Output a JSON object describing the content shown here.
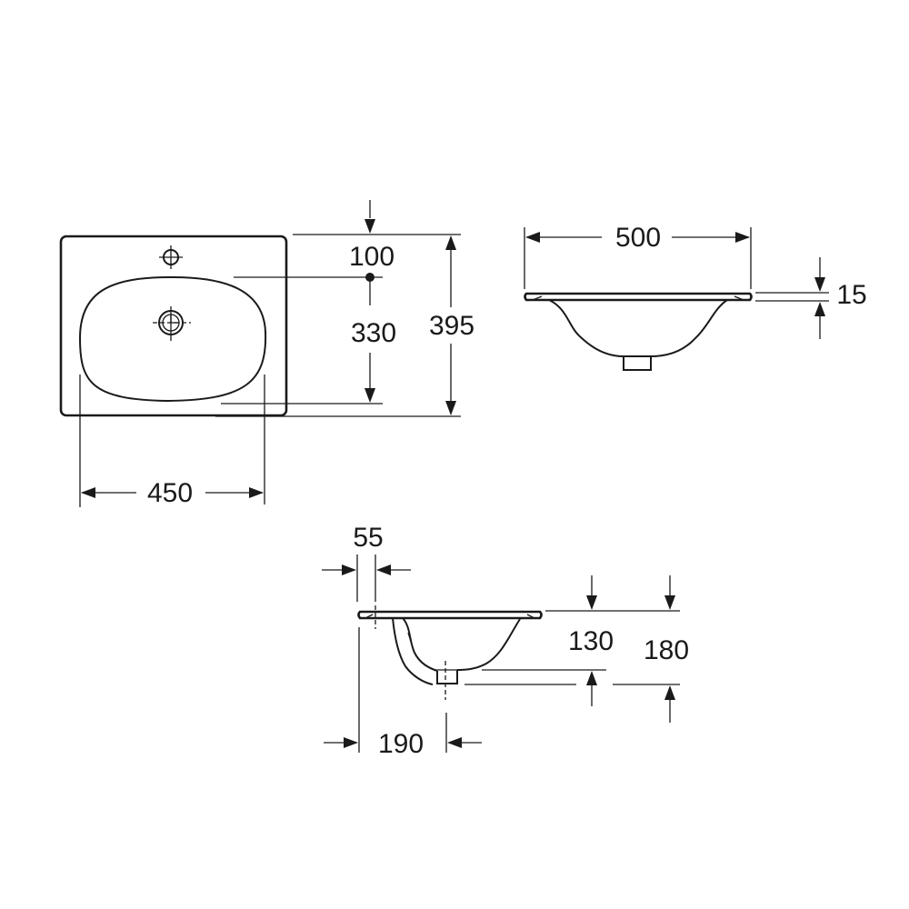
{
  "drawing": {
    "subject": "washbasin technical drawing",
    "units": "mm",
    "views": {
      "top_view": {
        "dimensions": {
          "overall_depth": "395",
          "tap_hole_offset": "100",
          "bowl_depth": "330",
          "bowl_width": "450"
        }
      },
      "front_view": {
        "dimensions": {
          "overall_width": "500",
          "rim_thickness": "15"
        }
      },
      "side_view": {
        "dimensions": {
          "tap_hole_edge_offset": "55",
          "bowl_height": "130",
          "overall_height": "180",
          "waste_offset": "190"
        }
      }
    },
    "colors": {
      "line": "#1a1a1a",
      "background": "#ffffff"
    }
  }
}
